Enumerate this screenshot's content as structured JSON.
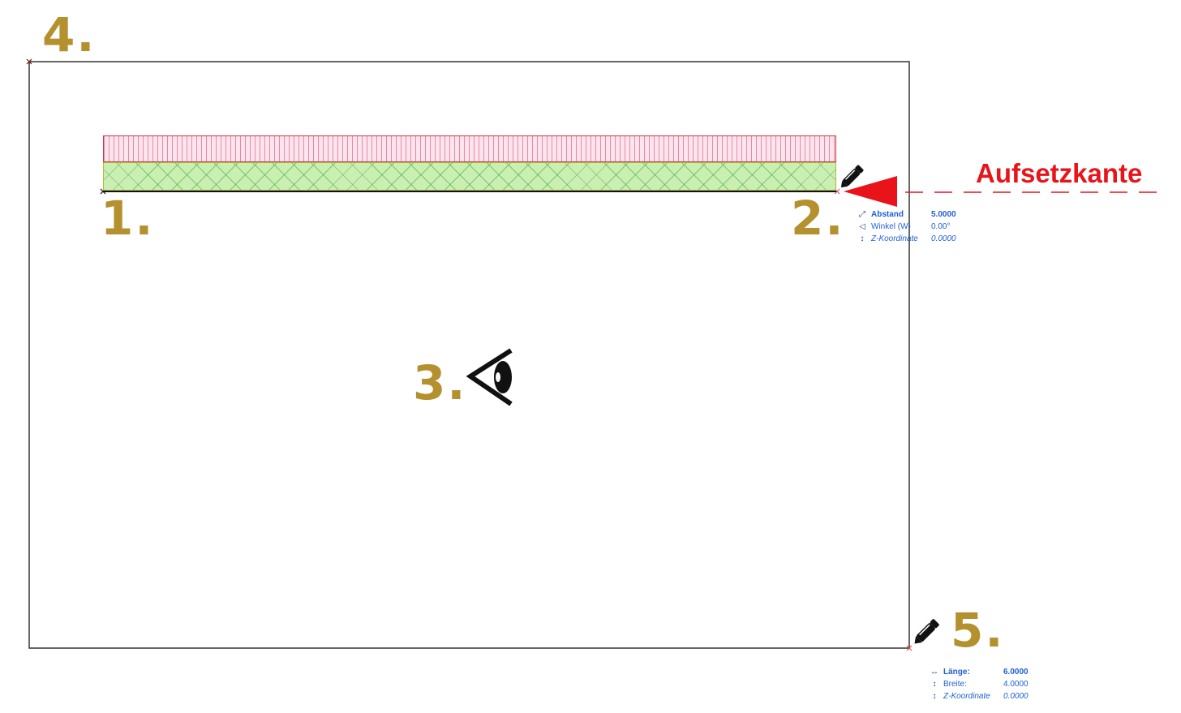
{
  "steps": {
    "s1": "1.",
    "s2": "2.",
    "s3": "3.",
    "s4": "4.",
    "s5": "5."
  },
  "edge_label": "Aufsetzkante",
  "info_top": {
    "abstand_label": "Abstand",
    "abstand_value": "5.0000",
    "winkel_label": "Winkel (W)",
    "winkel_value": "0.00°",
    "z_label": "Z-Koordinate",
    "z_value": "0.0000"
  },
  "info_bottom": {
    "laenge_label": "Länge:",
    "laenge_value": "6.0000",
    "breite_label": "Breite:",
    "breite_value": "4.0000",
    "z_label": "Z-Koordinate",
    "z_value": "0.0000"
  },
  "icons": {
    "pencil_top": "pencil-icon",
    "pencil_bottom": "pencil-icon",
    "eye": "eye-cursor-icon",
    "distance": "diagonal-arrow-icon",
    "angle": "angle-icon",
    "z": "z-coordinate-icon",
    "length": "horizontal-arrow-icon",
    "width": "vertical-arrow-icon"
  },
  "colors": {
    "step_gold": "#b5902f",
    "edge_red": "#e8141a",
    "info_blue": "#1f5fd6",
    "slab_top_fill": "#fde5ee",
    "slab_bottom_fill": "#c9efb2"
  }
}
